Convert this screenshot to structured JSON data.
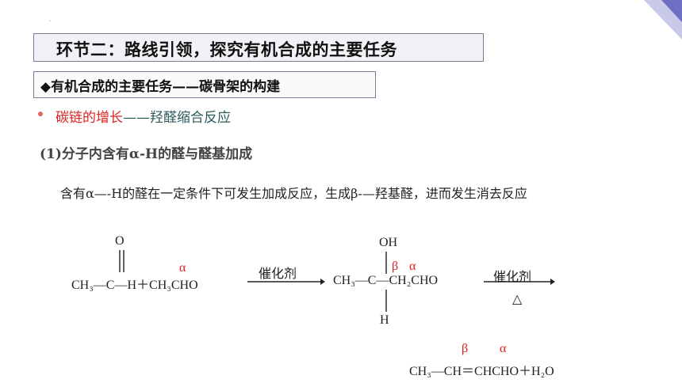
{
  "title": "环节二：路线引领，探究有机合成的主要任务",
  "subtitle": "◆有机合成的主要任务——碳骨架的构建",
  "bullet": {
    "red_part": "碳链的增长",
    "teal_part": "——羟醛缩合反应"
  },
  "heading1": "(1)分子内含有α-H的醛与醛基加成",
  "paragraph": "含有α—-H的醛在一定条件下可发生加成反应，生成β-—羟基醛，进而发生消去反应",
  "reaction1": {
    "reactant_left": "CH₃—C—H＋CH₃CHO",
    "carbonyl_o": "O",
    "alpha": "α",
    "catalyst": "催化剂",
    "product": "CH₃—C—CH₂CHO",
    "oh": "OH",
    "h": "H",
    "beta": "β",
    "alpha2": "α"
  },
  "reaction2": {
    "catalyst": "催化剂",
    "heat": "△",
    "beta": "β",
    "alpha": "α",
    "product": "CH₃—CH＝CHCHO＋H₂O"
  },
  "colors": {
    "accent_red": "#dd2222",
    "box_border": "#7a7a9a",
    "corner_purple": "#6d6fc4"
  }
}
